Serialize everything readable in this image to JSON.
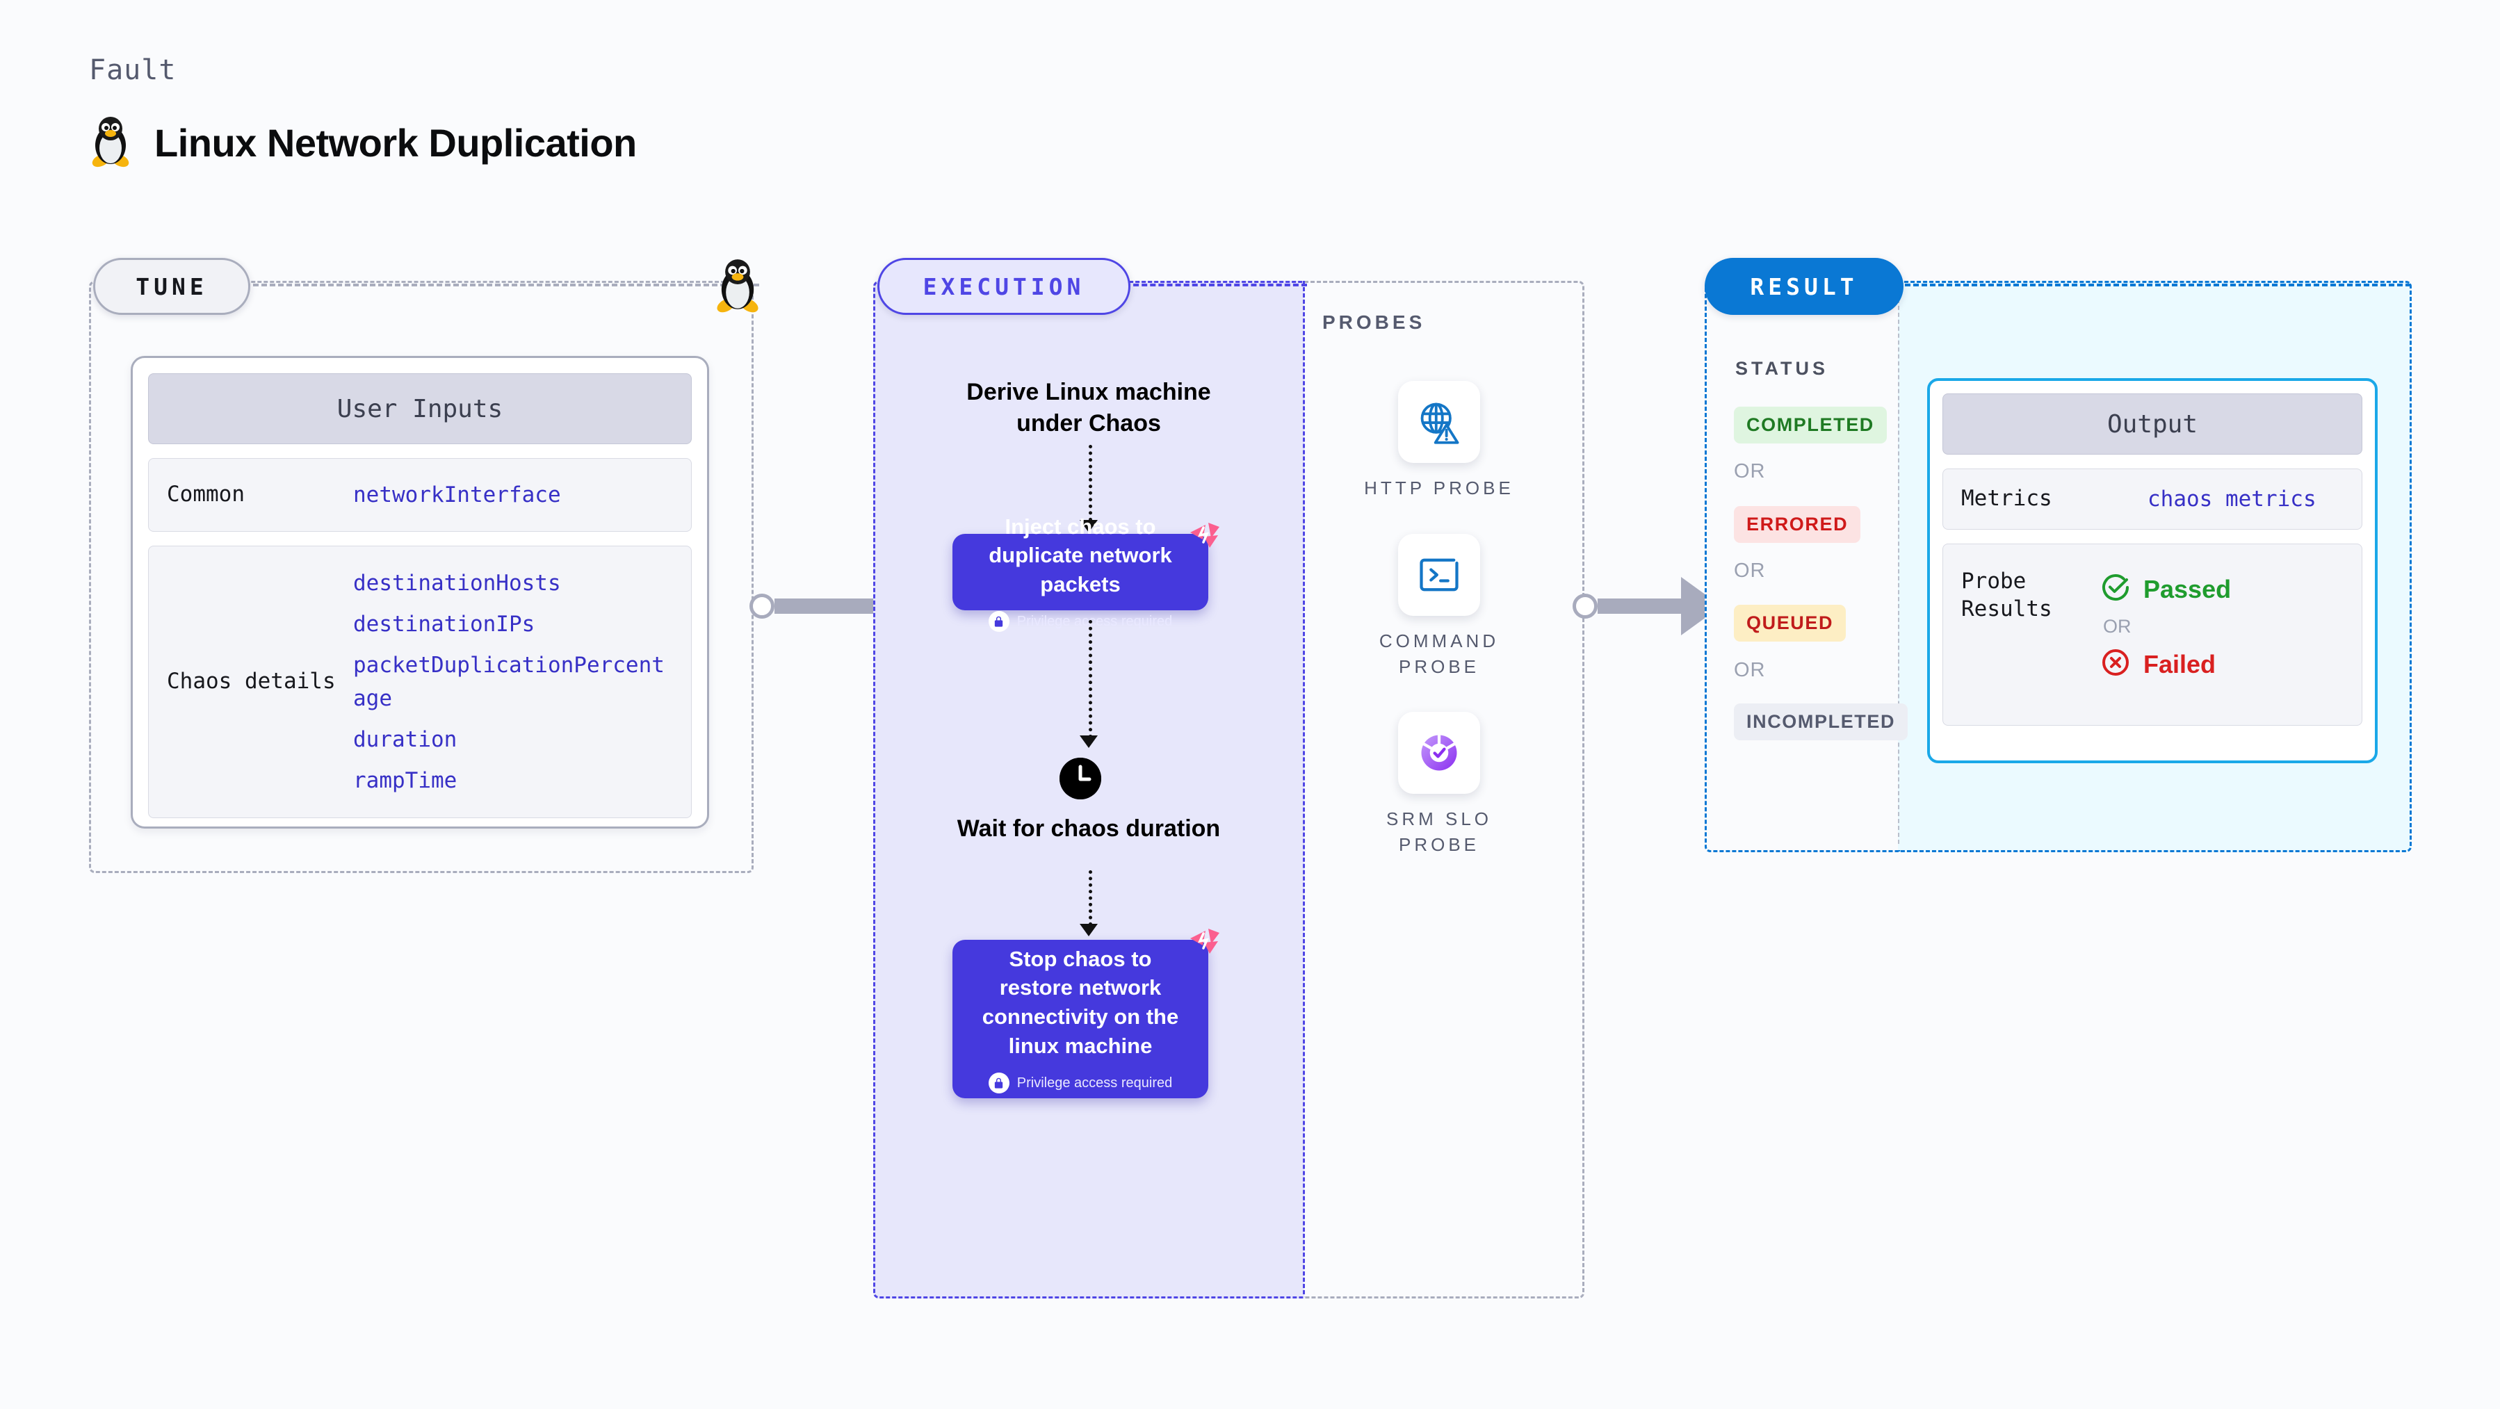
{
  "header": {
    "kicker": "Fault",
    "title": "Linux Network Duplication",
    "icon": "linux-tux-icon"
  },
  "tune": {
    "tag": "TUNE",
    "icon": "linux-tux-icon",
    "card_title": "User Inputs",
    "rows": [
      {
        "key": "Common",
        "values": [
          "networkInterface"
        ]
      },
      {
        "key": "Chaos details",
        "values": [
          "destinationHosts",
          "destinationIPs",
          "packetDuplicationPercentage",
          "duration",
          "rampTime"
        ]
      }
    ]
  },
  "execution": {
    "tag": "EXECUTION",
    "step1_title": "Derive Linux machine under Chaos",
    "card_inject": {
      "text": "Inject chaos to duplicate network packets",
      "privilege": "Privilege access required",
      "lock_icon": "lock-icon",
      "badge_icon": "litmus-chaos-badge-icon"
    },
    "wait_title": "Wait for chaos duration",
    "clock_icon": "clock-icon",
    "card_stop": {
      "text": "Stop chaos to restore network connectivity on the linux machine",
      "privilege": "Privilege access required",
      "lock_icon": "lock-icon",
      "badge_icon": "litmus-chaos-badge-icon"
    }
  },
  "probes": {
    "label": "PROBES",
    "items": [
      {
        "caption": "HTTP PROBE",
        "icon": "globe-warning-icon"
      },
      {
        "caption": "COMMAND PROBE",
        "icon": "terminal-prompt-icon"
      },
      {
        "caption": "SRM SLO PROBE",
        "icon": "slo-donut-check-icon"
      }
    ]
  },
  "result": {
    "tag": "RESULT",
    "status_label": "STATUS",
    "or": "OR",
    "statuses": [
      {
        "label": "COMPLETED",
        "bg": "#dff5e0",
        "fg": "#1f7a23"
      },
      {
        "label": "ERRORED",
        "bg": "#fce3e3",
        "fg": "#cf1a1a"
      },
      {
        "label": "QUEUED",
        "bg": "#fdeec4",
        "fg": "#c01b1b"
      },
      {
        "label": "INCOMPLETED",
        "bg": "#eceef4",
        "fg": "#555a6e"
      }
    ],
    "output": {
      "card_title": "Output",
      "metrics_key": "Metrics",
      "metrics_value": "chaos metrics",
      "probe_key": "Probe Results",
      "passed": "Passed",
      "failed": "Failed",
      "or": "OR",
      "pass_icon": "check-circle-icon",
      "fail_icon": "x-circle-icon"
    }
  },
  "colors": {
    "accent_purple": "#4539dd",
    "accent_blue": "#0a78d4",
    "accent_cyan": "#1aa8e8",
    "chaos_pink": "#fb5f8f",
    "mono_value": "#3730c6",
    "page_bg": "#fafbfd"
  }
}
